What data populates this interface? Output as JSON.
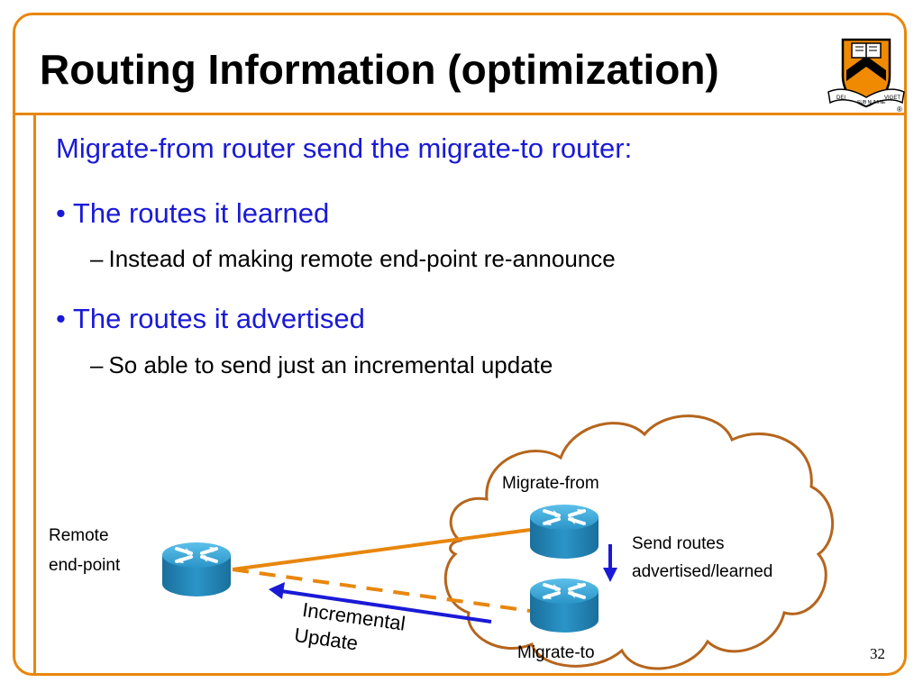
{
  "slide": {
    "title": "Routing Information (optimization)",
    "lead": "Migrate-from router send the migrate-to router:",
    "bullets": [
      {
        "bullet": "•",
        "text": "The routes it learned",
        "sub": {
          "dash": "–",
          "text": "Instead of making remote end-point re-announce"
        }
      },
      {
        "bullet": "•",
        "text": "The routes it advertised",
        "sub": {
          "dash": "–",
          "text": "So able to send just an incremental update"
        }
      }
    ],
    "page_number": "32"
  },
  "diagram": {
    "remote_label_1": "Remote",
    "remote_label_2": "end-point",
    "migrate_from_label": "Migrate-from",
    "migrate_to_label": "Migrate-to",
    "send_label_1": "Send routes",
    "send_label_2": "advertised/learned",
    "incremental_1": "Incremental",
    "incremental_2": "Update"
  },
  "crest": {
    "motto_left": "DEI",
    "motto_center": "SUB NUMINE",
    "motto_right": "VIGET",
    "registered": "®"
  },
  "colors": {
    "accent": "#e8860c",
    "blue_text": "#1a1ad6",
    "cloud_stroke": "#b5651d",
    "router": "#2b95c8",
    "arrow_blue": "#1a1ad6"
  }
}
